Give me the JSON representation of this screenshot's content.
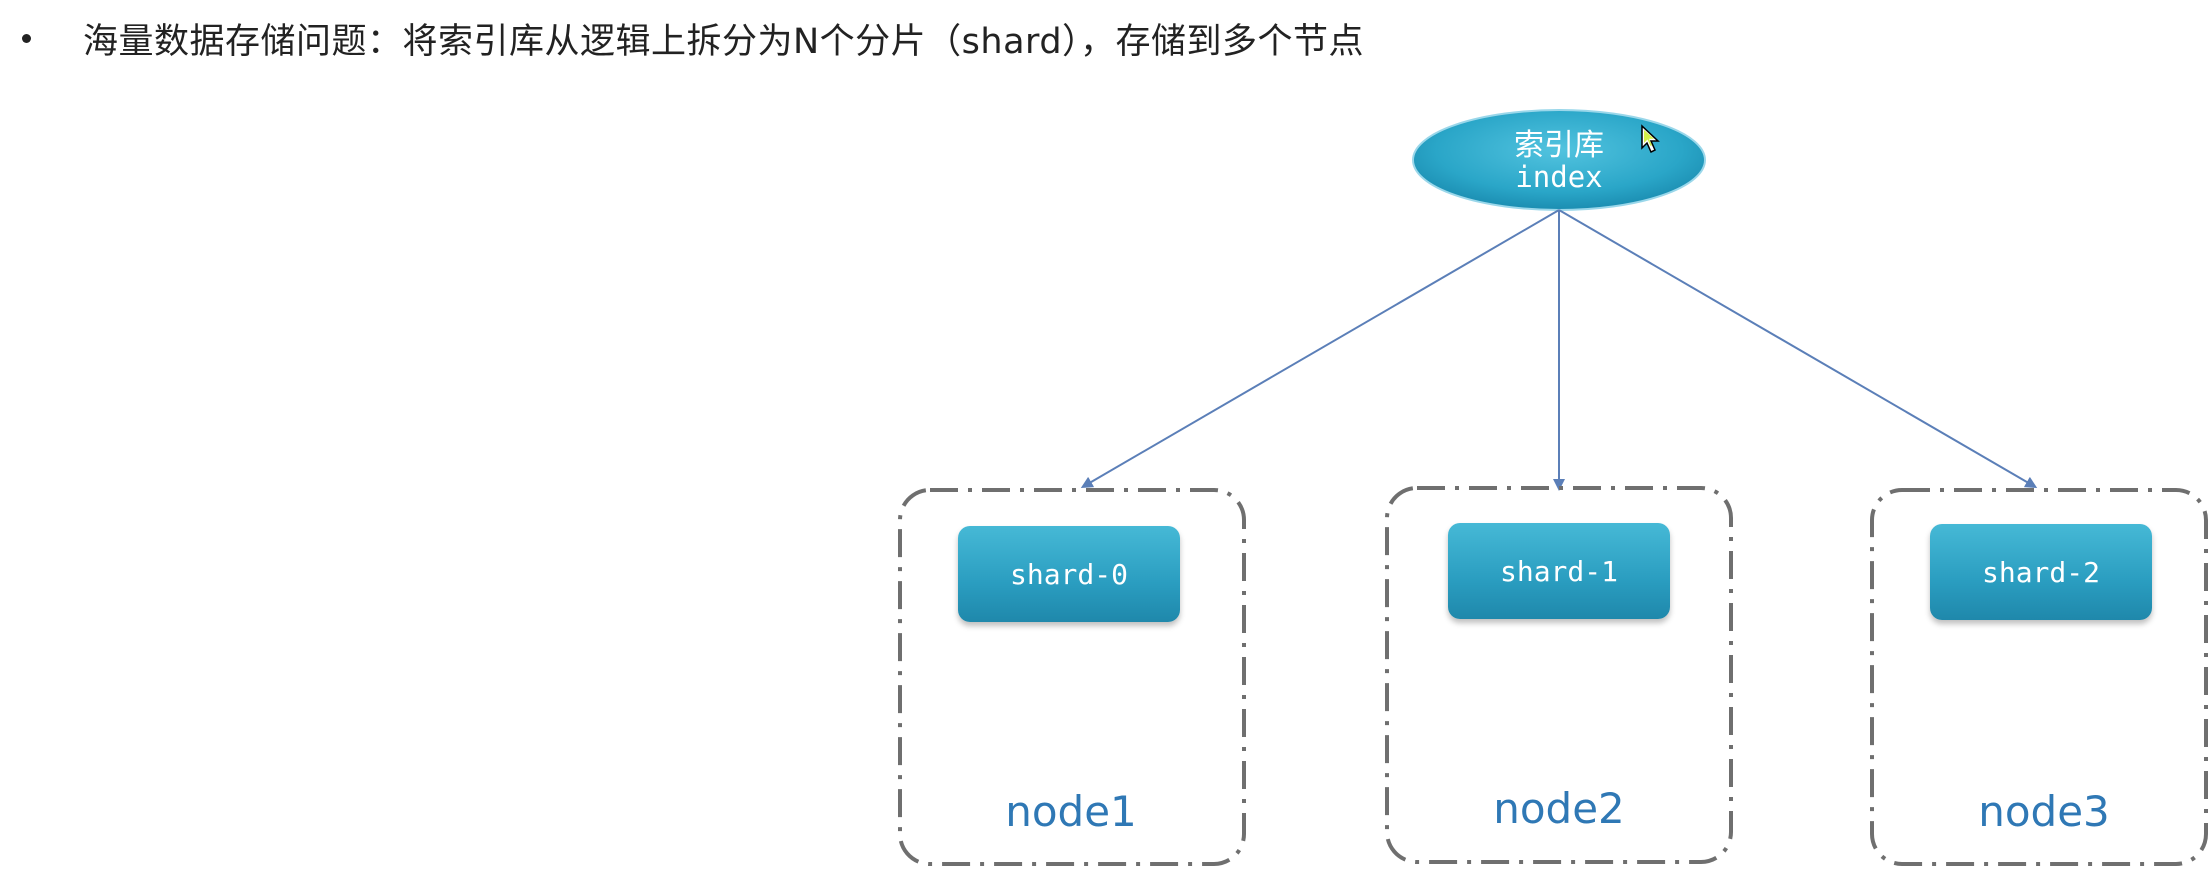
{
  "bullet": {
    "text": "海量数据存储问题：将索引库从逻辑上拆分为N个分片（shard），存储到多个节点"
  },
  "diagram": {
    "root": {
      "label_cn": "索引库",
      "label_en": "index"
    },
    "nodes": [
      {
        "shard": "shard-0",
        "node": "node1"
      },
      {
        "shard": "shard-1",
        "node": "node2"
      },
      {
        "shard": "shard-2",
        "node": "node3"
      }
    ],
    "colors": {
      "ellipse": "#2aa6c8",
      "shard": "#2a9dc0",
      "arrow": "#5b7fb8",
      "node_border": "#6f6f6f",
      "node_label": "#2f78b5"
    }
  },
  "cursor": {
    "icon": "mouse-pointer-icon"
  }
}
